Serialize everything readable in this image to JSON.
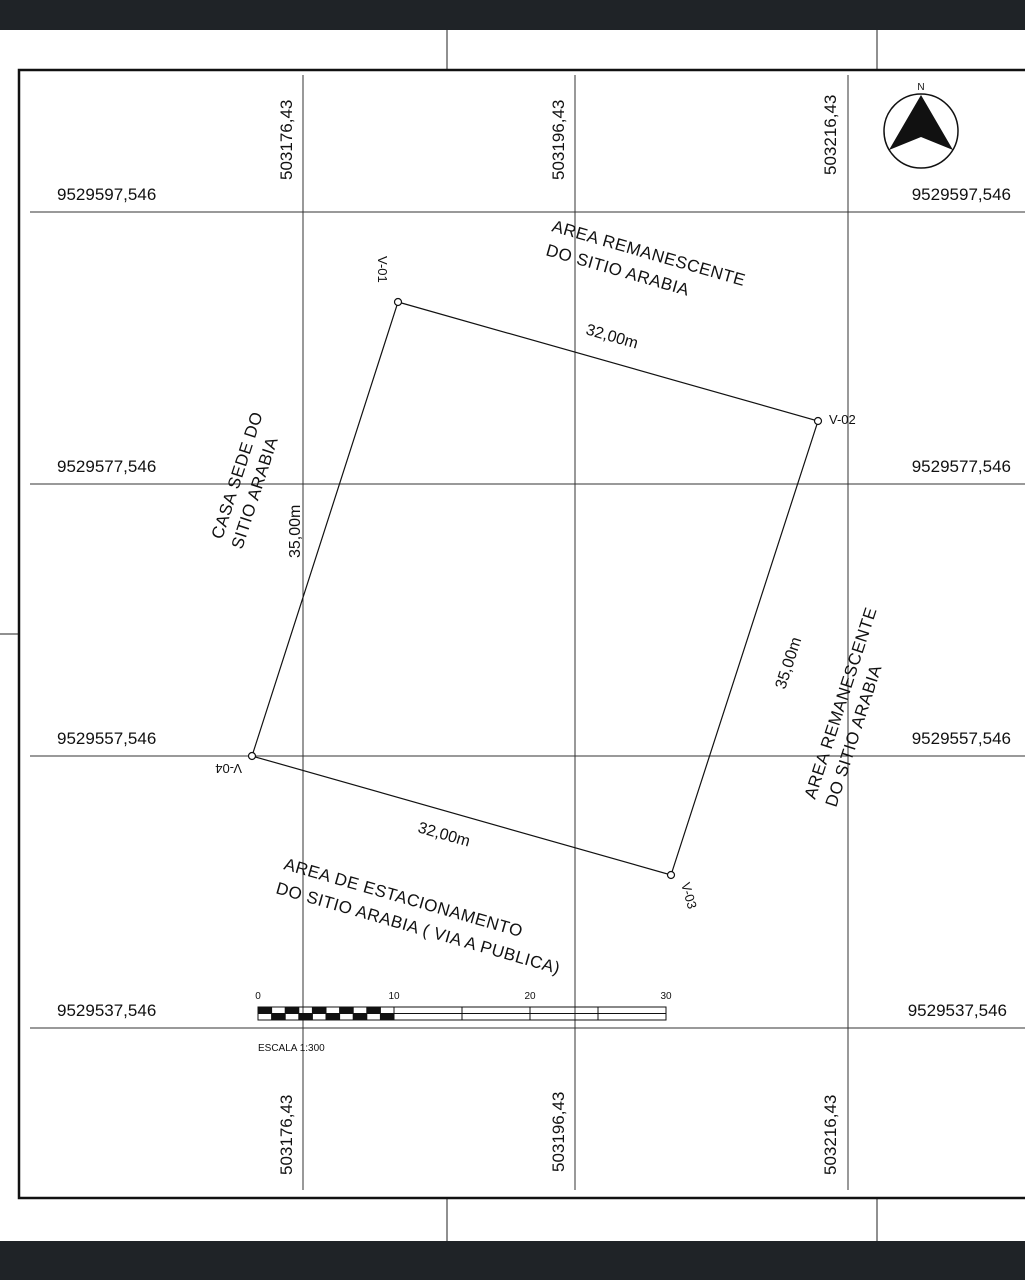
{
  "coords": {
    "x_top": [
      "503176,43",
      "503196,43",
      "503216,43"
    ],
    "x_bottom": [
      "503176,43",
      "503196,43",
      "503216,43"
    ],
    "y_left": [
      "9529597,546",
      "9529577,546",
      "9529557,546",
      "9529537,546"
    ],
    "y_right": [
      "9529597,546",
      "9529577,546",
      "9529557,546",
      "9529537,546"
    ]
  },
  "north": "N",
  "vertices": {
    "v01": "V-01",
    "v02": "V-02",
    "v03": "V-03",
    "v04": "V-04"
  },
  "dimensions": {
    "top": "32,00m",
    "bottom": "32,00m",
    "left": "35,00m",
    "right": "35,00m"
  },
  "labels": {
    "north_line1": "AREA  REMANESCENTE",
    "north_line2": "DO SITIO ARABIA",
    "west_line1": "CASA SEDE DO",
    "west_line2": "SITIO ARABIA",
    "east_line1": "AREA  REMANESCENTE",
    "east_line2": "DO SITIO ARABIA",
    "south_line1": "AREA DE ESTACIONAMENTO",
    "south_line2": "DO SITIO ARABIA ( VIA A PUBLICA)"
  },
  "scale": {
    "ticks": [
      "0",
      "10",
      "20",
      "30"
    ],
    "label": "ESCALA  1:300"
  },
  "colors": {
    "line": "#111111",
    "bar": "#1f2327"
  }
}
